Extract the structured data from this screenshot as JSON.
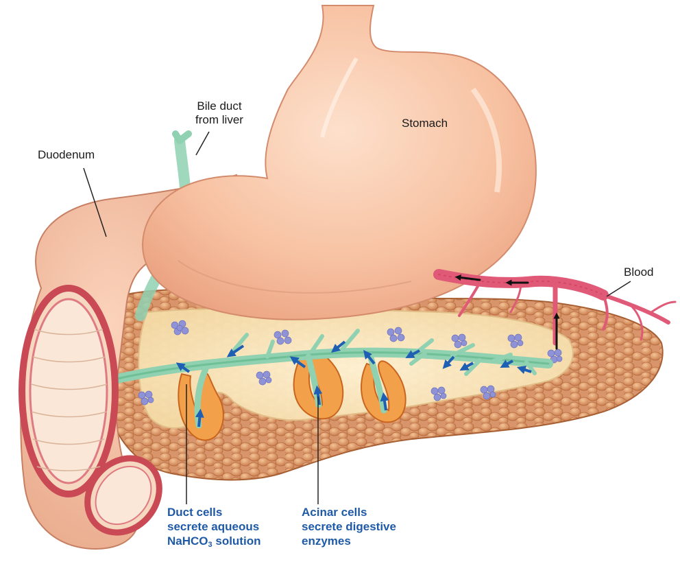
{
  "labels": {
    "bile_duct": [
      "Bile duct",
      "from liver"
    ],
    "stomach": "Stomach",
    "duodenum": "Duodenum",
    "blood": "Blood",
    "duct_cells": {
      "line1": "Duct cells",
      "line2": "secrete aqueous",
      "line3_prefix": "NaHCO",
      "line3_sub": "3",
      "line3_suffix": " solution"
    },
    "acinar_cells": [
      "Acinar cells",
      "secrete digestive",
      "enzymes"
    ]
  },
  "colors": {
    "stomach": "#f7c6a6",
    "duodenum": "#f3b89a",
    "pancreas": "#e8a878",
    "duct": "#8fd1b1",
    "arrow": "#1e5fb4",
    "blood_vessel": "#e05a78",
    "acinar": "#e8872f",
    "label_blue": "#1f5aa6"
  }
}
